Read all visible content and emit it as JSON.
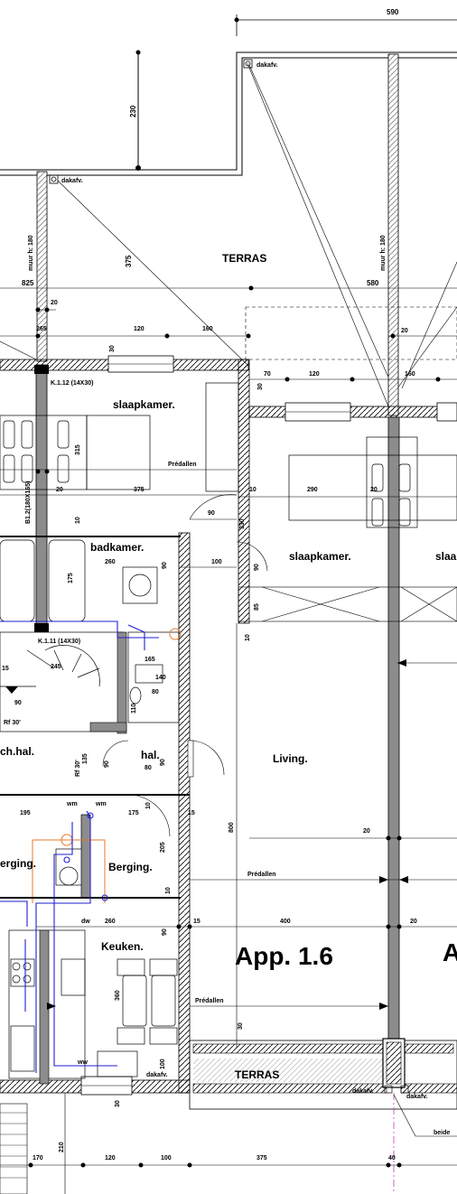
{
  "dimensions": {
    "top": "590",
    "h230": "230",
    "h375": "375",
    "d825": "825",
    "d580": "580",
    "d20a": "20",
    "d265": "265",
    "d120a": "120",
    "d160a": "160",
    "d30a": "30",
    "d70": "70",
    "d120b": "120",
    "d160b": "160",
    "d30b": "30",
    "d20b": "20",
    "d315": "315",
    "d20c": "20",
    "d375b": "375",
    "d10a": "10",
    "d290": "290",
    "d20d": "20",
    "d10b": "10",
    "d90a": "90",
    "d330": "330",
    "d260a": "260",
    "d90b": "90",
    "d100a": "100",
    "d90c": "90",
    "d175": "175",
    "d85": "85",
    "d10c": "10",
    "d15a": "15",
    "d245": "245",
    "d165": "165",
    "d140": "140",
    "d80a": "80",
    "d90d": "90",
    "d110": "110",
    "d135": "135",
    "d90e": "90",
    "d80b": "80",
    "d90f": "90",
    "d10d": "10",
    "d195": "195",
    "d175b": "175",
    "d15b": "15",
    "d800": "800",
    "d205": "205",
    "d20e": "20",
    "d10e": "10",
    "d260b": "260",
    "d15c": "15",
    "d400": "400",
    "d20f": "20",
    "d90g": "90",
    "d360": "360",
    "d30c": "30",
    "d100b": "100",
    "d30d": "30",
    "d210": "210",
    "d170": "170",
    "d120c": "120",
    "d100c": "100",
    "d375c": "375",
    "d40": "40"
  },
  "labels": {
    "terras_top": "TERRAS",
    "terras_bottom": "TERRAS",
    "slaapkamer1": "slaapkamer.",
    "slaapkamer2": "slaapkamer.",
    "slaapkamer3": "slaa",
    "badkamer": "badkamer.",
    "living": "Living.",
    "hal": "hal.",
    "nachhal": "ch.hal.",
    "berging1": "Berging.",
    "berging2": "erging.",
    "keuken": "Keuken.",
    "predallen1": "Prédallen",
    "predallen2": "Prédallen",
    "predallen3": "Prédallen",
    "app": "App. 1.6",
    "app_next": "A",
    "beide": "beide",
    "dakafv1": "dakafv.",
    "dakafv2": "dakafv.",
    "dakafv3": "dakafv.",
    "dakafv4": "dakafv.",
    "dakafv5": "dakafv.",
    "muur1": "muur h: 180",
    "muur2": "muur h: 180",
    "k112": "K.1.12 (14X30)",
    "k111": "K.1.11 (14X30)",
    "b12": "B1.2(180X165)",
    "rf1": "Rf 30'",
    "rf2": "Rf 30'",
    "wm1": "wm",
    "wm2": "wm",
    "dw": "dw",
    "ww": "ww"
  },
  "colors": {
    "line": "#000000",
    "wall_fill": "#8c8c8c",
    "plumbing_blue": "#1f1fd6",
    "plumbing_orange": "#e8782a",
    "dashdot": "#c040c0"
  }
}
